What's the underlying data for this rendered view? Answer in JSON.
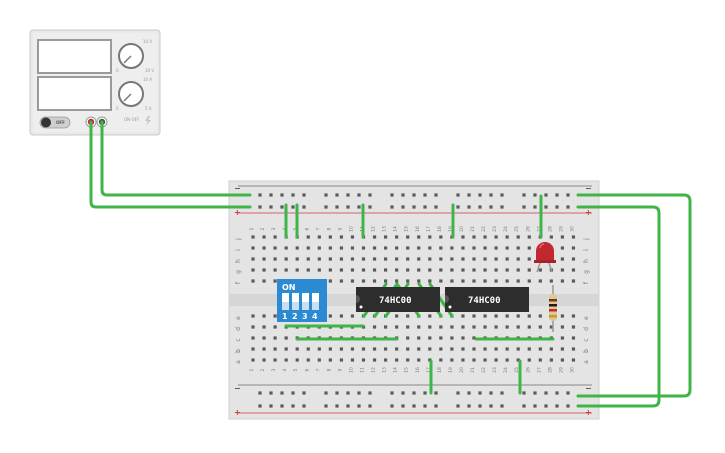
{
  "power_supply": {
    "dial1_labels": [
      "10 V",
      "30 V",
      "0"
    ],
    "dial2_labels": [
      "10 A",
      "5 A",
      "0"
    ],
    "off_label": "OFF",
    "brand_text": "ON-OFF"
  },
  "breadboard": {
    "columns": [
      "1",
      "2",
      "3",
      "4",
      "5",
      "6",
      "7",
      "8",
      "9",
      "10",
      "11",
      "12",
      "13",
      "14",
      "15",
      "16",
      "17",
      "18",
      "19",
      "20",
      "21",
      "22",
      "23",
      "24",
      "25",
      "26",
      "27",
      "28",
      "29",
      "30"
    ],
    "top_rows": [
      "j",
      "i",
      "h",
      "g",
      "f"
    ],
    "bottom_rows": [
      "e",
      "d",
      "c",
      "b",
      "a"
    ],
    "rail_minus": "−",
    "rail_plus": "+"
  },
  "dip_switch": {
    "on_label": "ON",
    "switch_numbers": [
      "1",
      "2",
      "3",
      "4"
    ]
  },
  "chips": [
    {
      "label": "74HC00"
    },
    {
      "label": "74HC00"
    }
  ],
  "colors": {
    "wire": "#3fb548",
    "switch_body": "#2b8ad1",
    "chip_body": "#2d2d2d",
    "led": "#c0292f",
    "rail_red": "#d0393e",
    "rail_blue": "#6b6b6b"
  },
  "icons": {
    "power_supply": "bench-power-supply-icon",
    "led": "red-led-icon",
    "resistor": "resistor-icon"
  }
}
